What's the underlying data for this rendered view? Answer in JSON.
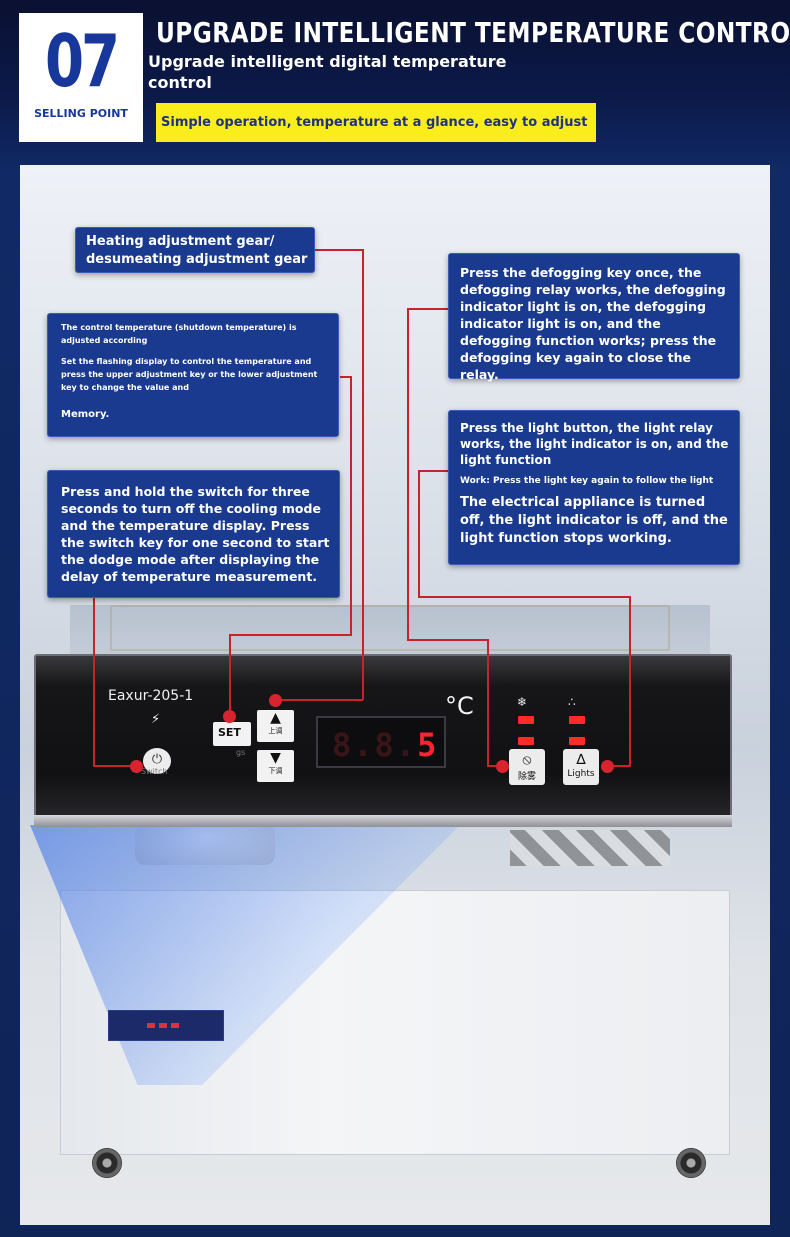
{
  "header": {
    "badge_number": "07",
    "badge_label": "SELLING POINT",
    "title": "UPGRADE INTELLIGENT TEMPERATURE CONTROL",
    "subtitle": "Upgrade intelligent digital temperature control",
    "tagline": "Simple operation, temperature at a glance, easy to adjust"
  },
  "callouts": {
    "heating_gear": "Heating adjustment gear/ desumeating adjustment gear",
    "control_temp_line1": "The control temperature (shutdown temperature) is adjusted according",
    "control_temp_line2": "Set the flashing display to control the temperature and press the upper adjustment key or the lower adjustment key to change the value and",
    "control_temp_line3": "Memory.",
    "switch_hold": "Press and hold the switch for three seconds to turn off the cooling mode and the temperature display. Press the switch key for one second to start the dodge mode after displaying the delay of temperature measurement.",
    "defog": "Press the defogging key once, the defogging relay works, the defogging indicator light is on, the defogging indicator light is on, and the defogging function works; press the defogging key again to close the relay.",
    "light_line1": "Press the light button, the light relay works, the light indicator is on, and the light function",
    "light_line2": "Work: Press the light key again to follow the light",
    "light_line3": "The electrical appliance is turned off, the light indicator is off, and the light function stops working."
  },
  "panel": {
    "model": "Eaxur-205-1",
    "power_icon": "lightning-icon",
    "switch_label": "Switch",
    "set_label": "SET",
    "set_sub": "Settings",
    "up_label": "上调",
    "down_label": "下调",
    "display_dim": "8.8.",
    "display_lit": "5",
    "unit": "°C",
    "defog_icon": "snowflake-icon",
    "defog_label": "除雾",
    "lights_icon": "lamp-icon",
    "lights_label": "Lights"
  },
  "colors": {
    "accent_blue": "#17379a",
    "callout_blue": "#1a3a8f",
    "highlight_yellow": "#f9ee1c",
    "connector_red": "#c8222d",
    "led_red": "#ff2230"
  }
}
